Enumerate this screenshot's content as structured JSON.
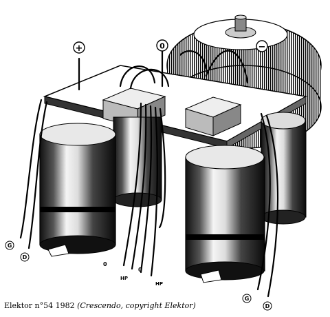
{
  "caption": {
    "source": "Elektor n°54 1982",
    "credit": "(Crescendo, copyright Elektor)"
  },
  "terminals": {
    "plus": "+",
    "zero": "0",
    "minus": "−",
    "ground_left": "G",
    "d_left": "D",
    "ground_right": "G",
    "d_right": "D",
    "out_left_zero": "0",
    "out_left_hp": "HP",
    "out_mid_zero": "0",
    "out_mid_hp": "HP"
  }
}
